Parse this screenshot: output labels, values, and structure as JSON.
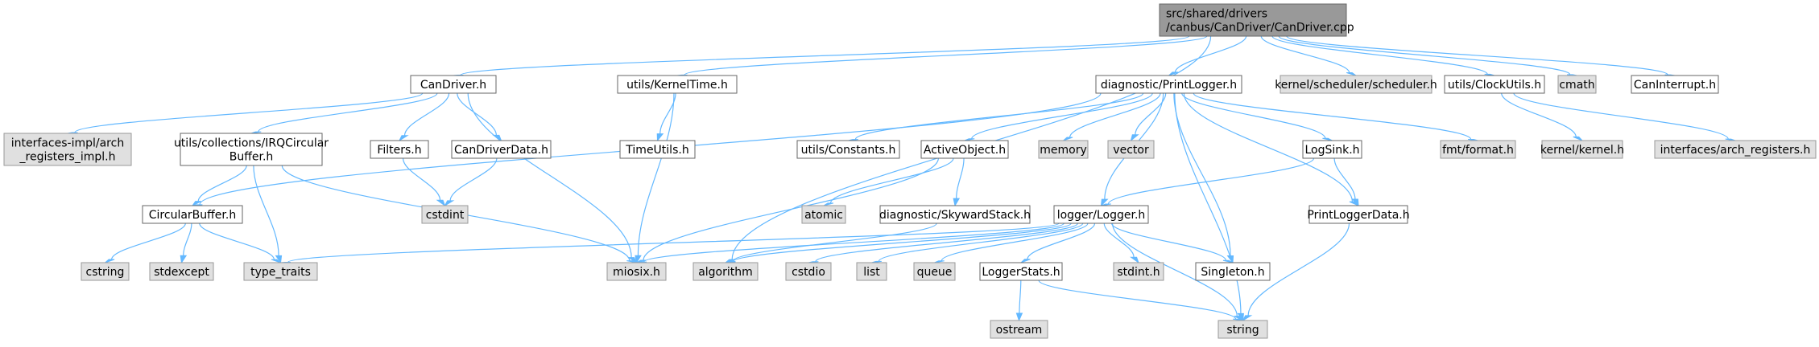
{
  "diagram": {
    "nodes": [
      {
        "id": "root",
        "lines": [
          "src/shared/drivers",
          "/canbus/CanDriver/CanDriver.cpp"
        ],
        "kind": "root"
      },
      {
        "id": "candriver_h",
        "lines": [
          "CanDriver.h"
        ],
        "kind": "local"
      },
      {
        "id": "kerneltime",
        "lines": [
          "utils/KernelTime.h"
        ],
        "kind": "local"
      },
      {
        "id": "printlogger",
        "lines": [
          "diagnostic/PrintLogger.h"
        ],
        "kind": "local"
      },
      {
        "id": "scheduler",
        "lines": [
          "kernel/scheduler/scheduler.h"
        ],
        "kind": "ext"
      },
      {
        "id": "clockutils",
        "lines": [
          "utils/ClockUtils.h"
        ],
        "kind": "local"
      },
      {
        "id": "cmath",
        "lines": [
          "cmath"
        ],
        "kind": "ext"
      },
      {
        "id": "caninterrupt",
        "lines": [
          "CanInterrupt.h"
        ],
        "kind": "local"
      },
      {
        "id": "arch_reg_impl",
        "lines": [
          "interfaces-impl/arch",
          "_registers_impl.h"
        ],
        "kind": "ext"
      },
      {
        "id": "irqbuffer",
        "lines": [
          "utils/collections/IRQCircular",
          "Buffer.h"
        ],
        "kind": "local"
      },
      {
        "id": "filters",
        "lines": [
          "Filters.h"
        ],
        "kind": "local"
      },
      {
        "id": "candriverdata",
        "lines": [
          "CanDriverData.h"
        ],
        "kind": "local"
      },
      {
        "id": "timeutils",
        "lines": [
          "TimeUtils.h"
        ],
        "kind": "local"
      },
      {
        "id": "constants",
        "lines": [
          "utils/Constants.h"
        ],
        "kind": "local"
      },
      {
        "id": "activeobject",
        "lines": [
          "ActiveObject.h"
        ],
        "kind": "local"
      },
      {
        "id": "memory",
        "lines": [
          "memory"
        ],
        "kind": "ext"
      },
      {
        "id": "vector",
        "lines": [
          "vector"
        ],
        "kind": "ext"
      },
      {
        "id": "logsink",
        "lines": [
          "LogSink.h"
        ],
        "kind": "local"
      },
      {
        "id": "fmtformat",
        "lines": [
          "fmt/format.h"
        ],
        "kind": "ext"
      },
      {
        "id": "kernel_h",
        "lines": [
          "kernel/kernel.h"
        ],
        "kind": "ext"
      },
      {
        "id": "arch_registers",
        "lines": [
          "interfaces/arch_registers.h"
        ],
        "kind": "ext"
      },
      {
        "id": "circularbuffer",
        "lines": [
          "CircularBuffer.h"
        ],
        "kind": "local"
      },
      {
        "id": "cstdint",
        "lines": [
          "cstdint"
        ],
        "kind": "ext"
      },
      {
        "id": "atomic",
        "lines": [
          "atomic"
        ],
        "kind": "ext"
      },
      {
        "id": "skyward",
        "lines": [
          "diagnostic/SkywardStack.h"
        ],
        "kind": "local"
      },
      {
        "id": "logger",
        "lines": [
          "logger/Logger.h"
        ],
        "kind": "local"
      },
      {
        "id": "printloggerdata",
        "lines": [
          "PrintLoggerData.h"
        ],
        "kind": "local"
      },
      {
        "id": "cstring",
        "lines": [
          "cstring"
        ],
        "kind": "ext"
      },
      {
        "id": "stdexcept",
        "lines": [
          "stdexcept"
        ],
        "kind": "ext"
      },
      {
        "id": "type_traits",
        "lines": [
          "type_traits"
        ],
        "kind": "ext"
      },
      {
        "id": "miosix",
        "lines": [
          "miosix.h"
        ],
        "kind": "ext"
      },
      {
        "id": "algorithm",
        "lines": [
          "algorithm"
        ],
        "kind": "ext"
      },
      {
        "id": "cstdio",
        "lines": [
          "cstdio"
        ],
        "kind": "ext"
      },
      {
        "id": "list",
        "lines": [
          "list"
        ],
        "kind": "ext"
      },
      {
        "id": "queue",
        "lines": [
          "queue"
        ],
        "kind": "ext"
      },
      {
        "id": "loggerstats",
        "lines": [
          "LoggerStats.h"
        ],
        "kind": "local"
      },
      {
        "id": "stdint",
        "lines": [
          "stdint.h"
        ],
        "kind": "ext"
      },
      {
        "id": "singleton",
        "lines": [
          "Singleton.h"
        ],
        "kind": "local"
      },
      {
        "id": "ostream",
        "lines": [
          "ostream"
        ],
        "kind": "ext"
      },
      {
        "id": "string",
        "lines": [
          "string"
        ],
        "kind": "ext"
      }
    ],
    "edges": [
      [
        "root",
        "candriver_h"
      ],
      [
        "root",
        "kerneltime"
      ],
      [
        "root",
        "printlogger"
      ],
      [
        "root",
        "scheduler"
      ],
      [
        "root",
        "clockutils"
      ],
      [
        "root",
        "cmath"
      ],
      [
        "root",
        "caninterrupt"
      ],
      [
        "root",
        "algorithm"
      ],
      [
        "candriver_h",
        "arch_reg_impl"
      ],
      [
        "candriver_h",
        "irqbuffer"
      ],
      [
        "candriver_h",
        "filters"
      ],
      [
        "candriver_h",
        "candriverdata"
      ],
      [
        "candriver_h",
        "miosix"
      ],
      [
        "kerneltime",
        "timeutils"
      ],
      [
        "kerneltime",
        "miosix"
      ],
      [
        "printlogger",
        "circularbuffer"
      ],
      [
        "printlogger",
        "constants"
      ],
      [
        "printlogger",
        "activeobject"
      ],
      [
        "printlogger",
        "memory"
      ],
      [
        "printlogger",
        "vector"
      ],
      [
        "printlogger",
        "logger"
      ],
      [
        "printlogger",
        "singleton"
      ],
      [
        "printlogger",
        "string"
      ],
      [
        "printlogger",
        "logsink"
      ],
      [
        "printlogger",
        "printloggerdata"
      ],
      [
        "printlogger",
        "fmtformat"
      ],
      [
        "clockutils",
        "kernel_h"
      ],
      [
        "clockutils",
        "arch_registers"
      ],
      [
        "irqbuffer",
        "circularbuffer"
      ],
      [
        "irqbuffer",
        "type_traits"
      ],
      [
        "irqbuffer",
        "miosix"
      ],
      [
        "filters",
        "cstdint"
      ],
      [
        "candriverdata",
        "cstdint"
      ],
      [
        "activeobject",
        "miosix"
      ],
      [
        "activeobject",
        "atomic"
      ],
      [
        "activeobject",
        "skyward"
      ],
      [
        "logsink",
        "logger"
      ],
      [
        "logsink",
        "printloggerdata"
      ],
      [
        "circularbuffer",
        "cstring"
      ],
      [
        "circularbuffer",
        "stdexcept"
      ],
      [
        "circularbuffer",
        "type_traits"
      ],
      [
        "skyward",
        "algorithm"
      ],
      [
        "logger",
        "type_traits"
      ],
      [
        "logger",
        "miosix"
      ],
      [
        "logger",
        "algorithm"
      ],
      [
        "logger",
        "cstdio"
      ],
      [
        "logger",
        "list"
      ],
      [
        "logger",
        "queue"
      ],
      [
        "logger",
        "loggerstats"
      ],
      [
        "logger",
        "stdint"
      ],
      [
        "logger",
        "singleton"
      ],
      [
        "logger",
        "string"
      ],
      [
        "printloggerdata",
        "string"
      ],
      [
        "loggerstats",
        "ostream"
      ],
      [
        "loggerstats",
        "string"
      ]
    ]
  }
}
